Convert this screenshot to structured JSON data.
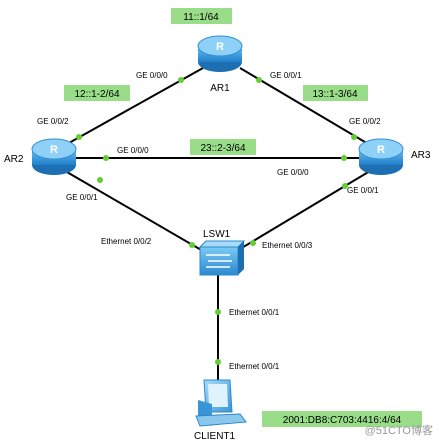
{
  "devices": {
    "ar1": "AR1",
    "ar2": "AR2",
    "ar3": "AR3",
    "lsw1": "LSW1",
    "client1": "CLIENT1"
  },
  "subnets": {
    "ar1_loopback": "11::1/64",
    "ar1_ar2": "12::1-2/64",
    "ar1_ar3": "13::1-3/64",
    "ar2_ar3": "23::2-3/64",
    "client_net": "2001:DB8:C703:4416:4/64"
  },
  "ports": {
    "ar1_ge000": "GE 0/0/0",
    "ar1_ge001": "GE 0/0/1",
    "ar2_ge002": "GE 0/0/2",
    "ar2_ge000": "GE 0/0/0",
    "ar2_ge001": "GE 0/0/1",
    "ar3_ge002": "GE 0/0/2",
    "ar3_ge000": "GE 0/0/0",
    "ar3_ge001": "GE 0/0/1",
    "lsw1_eth002": "Ethernet 0/0/2",
    "lsw1_eth003": "Ethernet 0/0/3",
    "lsw1_eth001": "Ethernet 0/0/1",
    "client_eth001": "Ethernet 0/0/1"
  },
  "watermark": "@51CTO博客",
  "colors": {
    "label_highlight": "#99dd88",
    "link": "#000000",
    "port_dot": "#66cc33",
    "router_body": "#2d8fd6"
  }
}
